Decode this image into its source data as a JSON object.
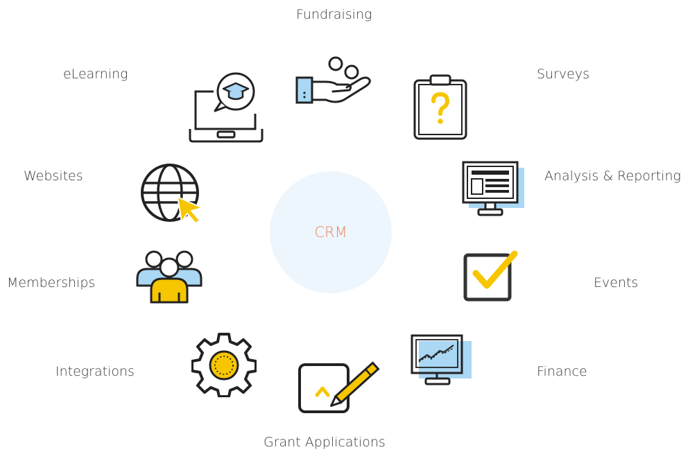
{
  "center": {
    "label": "CRM"
  },
  "modules": {
    "fundraising": "Fundraising",
    "elearning": "eLearning",
    "surveys": "Surveys",
    "websites": "Websites",
    "analysis": "Analysis & Reporting",
    "memberships": "Memberships",
    "events": "Events",
    "integrations": "Integrations",
    "finance": "Finance",
    "grants": "Grant Applications"
  },
  "colors": {
    "accent_yellow": "#f6c600",
    "accent_blue": "#a9d7f4",
    "outline": "#222222",
    "center_fill": "#eef6fd",
    "center_text": "#e8835f"
  }
}
